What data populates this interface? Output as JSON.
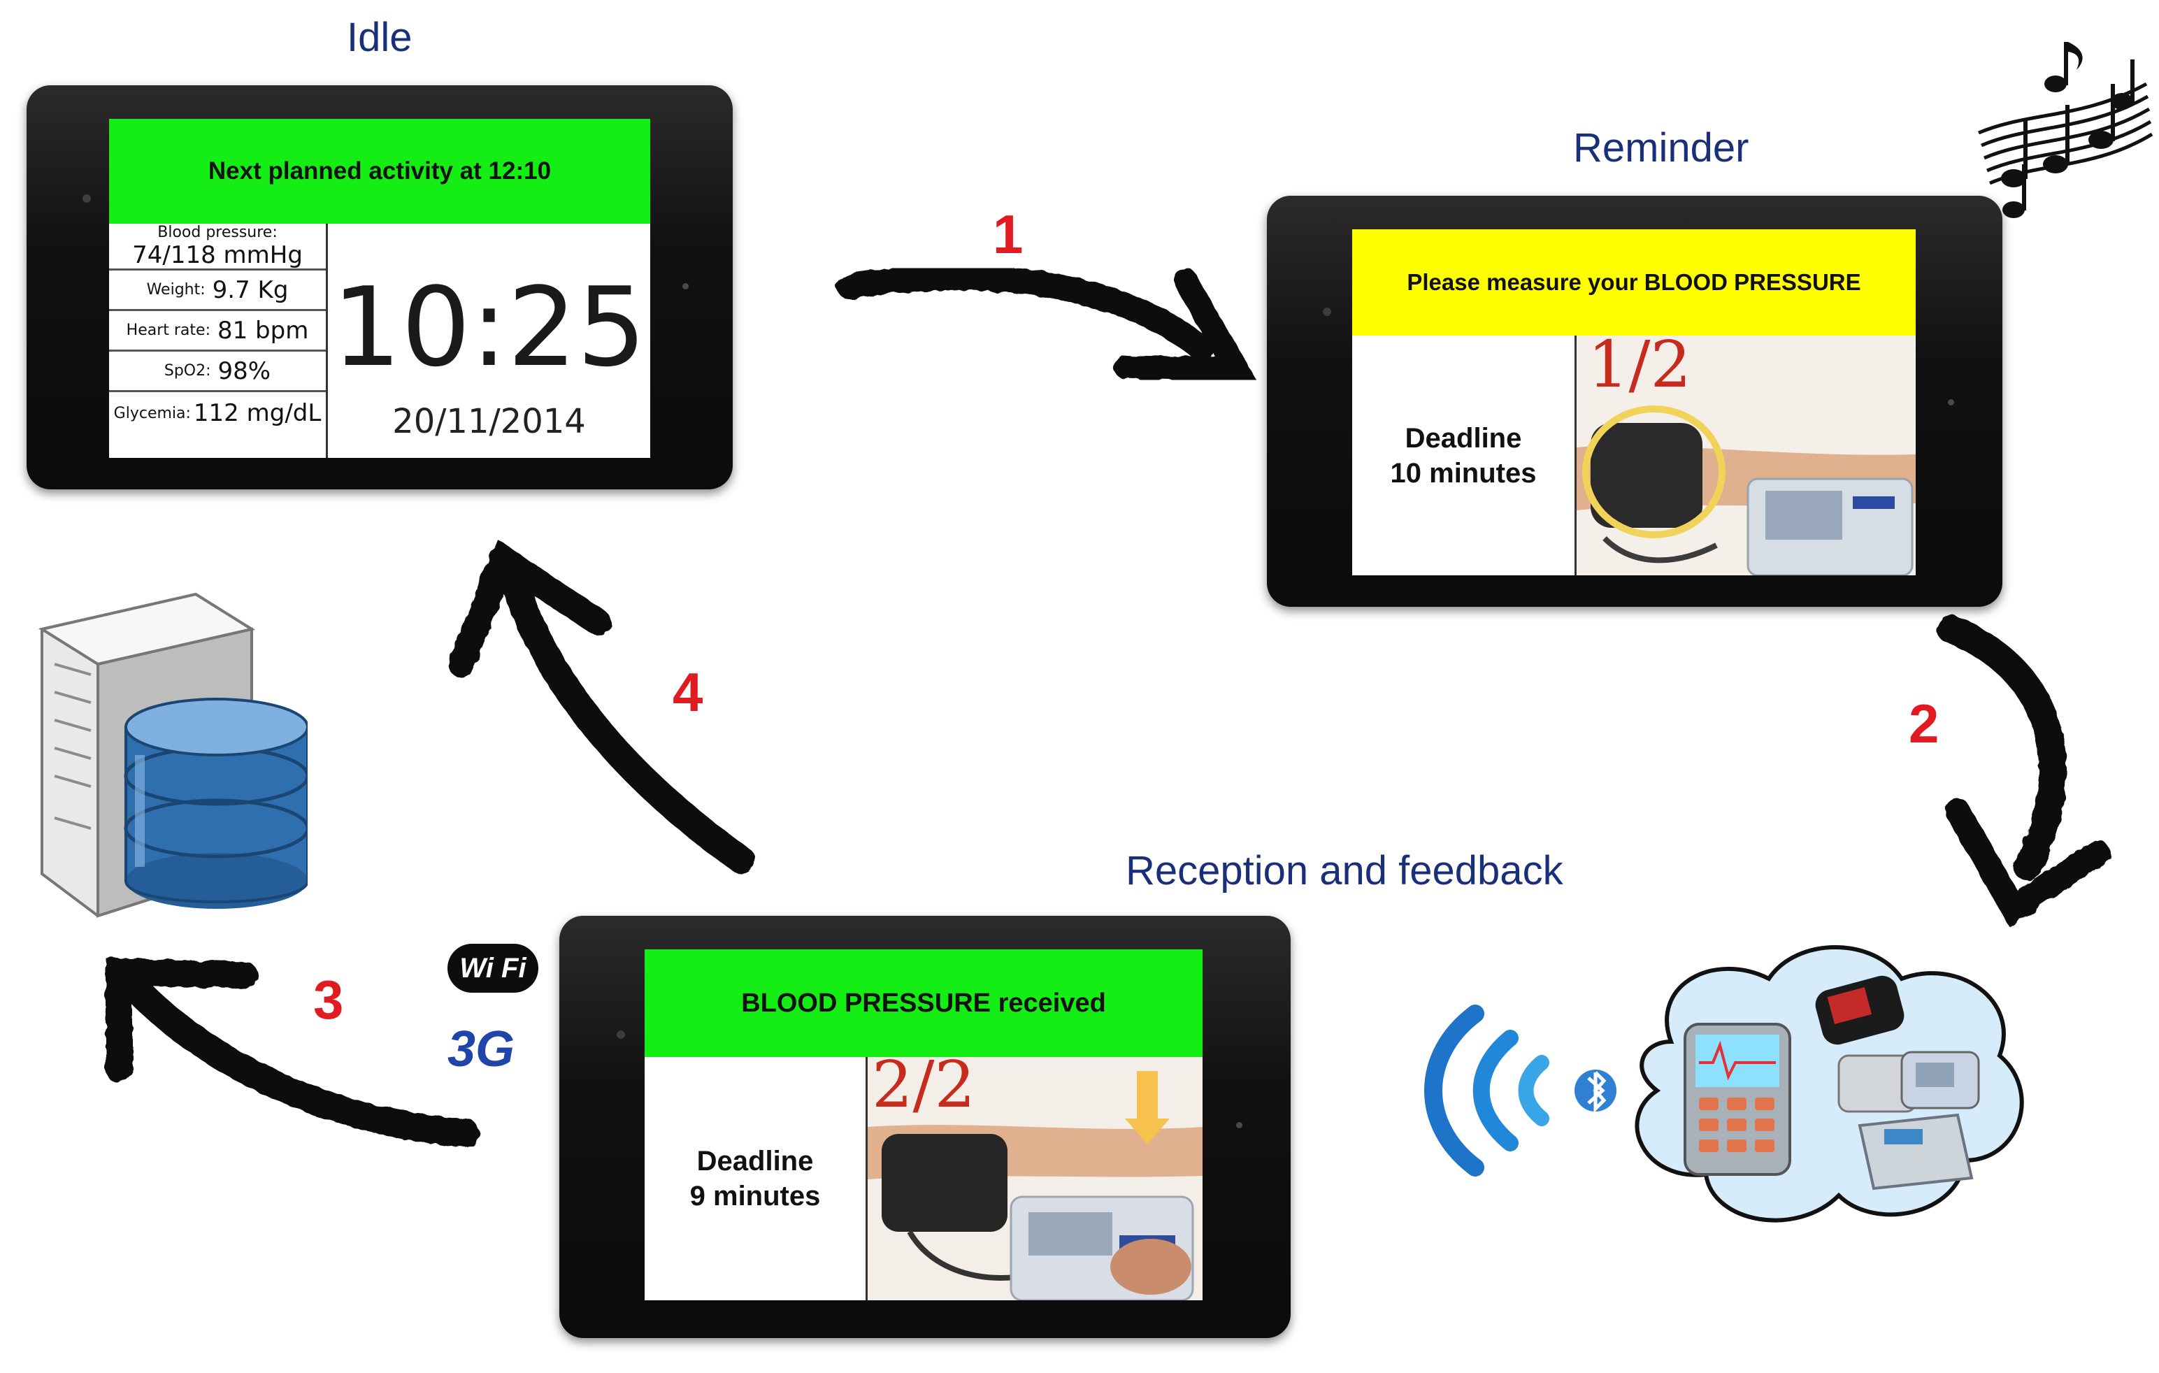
{
  "stages": {
    "idle": "Idle",
    "reminder": "Reminder",
    "reception": "Reception and feedback"
  },
  "steps": [
    "1",
    "2",
    "3",
    "4"
  ],
  "idle_screen": {
    "banner": "Next planned activity at 12:10",
    "banner_color": "#14ee14",
    "vitals": [
      {
        "label": "Blood pressure:",
        "value": "74/118 mmHg"
      },
      {
        "label": "Weight:",
        "value": "9.7 Kg"
      },
      {
        "label": "Heart rate:",
        "value": "81 bpm"
      },
      {
        "label": "SpO2:",
        "value": "98%"
      },
      {
        "label": "Glycemia:",
        "value": "112 mg/dL"
      }
    ],
    "time": "10:25",
    "date": "20/11/2014"
  },
  "reminder_screen": {
    "banner": "Please measure your BLOOD PRESSURE",
    "banner_color": "#ffff00",
    "deadline_label": "Deadline",
    "deadline_value": "10 minutes",
    "step_fraction": "1/2"
  },
  "reception_screen": {
    "banner": "BLOOD PRESSURE received",
    "banner_color": "#14ee14",
    "deadline_label": "Deadline",
    "deadline_value": "9 minutes",
    "step_fraction": "2/2"
  },
  "connectivity": {
    "wifi": "Wi Fi",
    "cellular": "3G"
  },
  "icons": [
    "server-database-icon",
    "music-notes-icon",
    "wireless-signal-icon",
    "bluetooth-icon",
    "medical-devices-cloud-icon",
    "wifi-logo-icon",
    "3g-logo-icon"
  ]
}
